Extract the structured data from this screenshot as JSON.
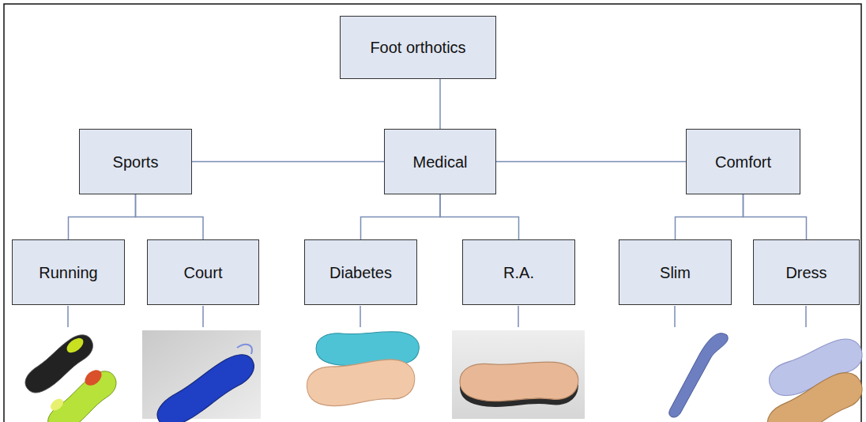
{
  "diagram": {
    "nodes": [
      {
        "text": [
          "Foot orthotics"
        ]
      },
      {
        "text": [
          "Sports"
        ]
      },
      {
        "text": [
          "Medical"
        ]
      },
      {
        "text": [
          "Comfort"
        ]
      },
      {
        "text": [
          "Running"
        ]
      },
      {
        "text": [
          "Court"
        ]
      },
      {
        "text": [
          "Diabetes"
        ]
      },
      {
        "text": [
          "R.A."
        ]
      },
      {
        "text": [
          "Slim"
        ]
      },
      {
        "text": [
          "Dress"
        ]
      }
    ],
    "edges": [
      {
        "from": 0,
        "to": 2,
        "arrow": "none"
      },
      {
        "from": 1,
        "to": 2,
        "arrow": "none"
      },
      {
        "from": 2,
        "to": 3,
        "arrow": "none"
      },
      {
        "from": 1,
        "to": 4,
        "arrow": "none"
      },
      {
        "from": 1,
        "to": 5,
        "arrow": "none"
      },
      {
        "from": 2,
        "to": 6,
        "arrow": "none"
      },
      {
        "from": 2,
        "to": 7,
        "arrow": "none"
      },
      {
        "from": 3,
        "to": 8,
        "arrow": "none"
      },
      {
        "from": 3,
        "to": 9,
        "arrow": "none"
      }
    ]
  }
}
